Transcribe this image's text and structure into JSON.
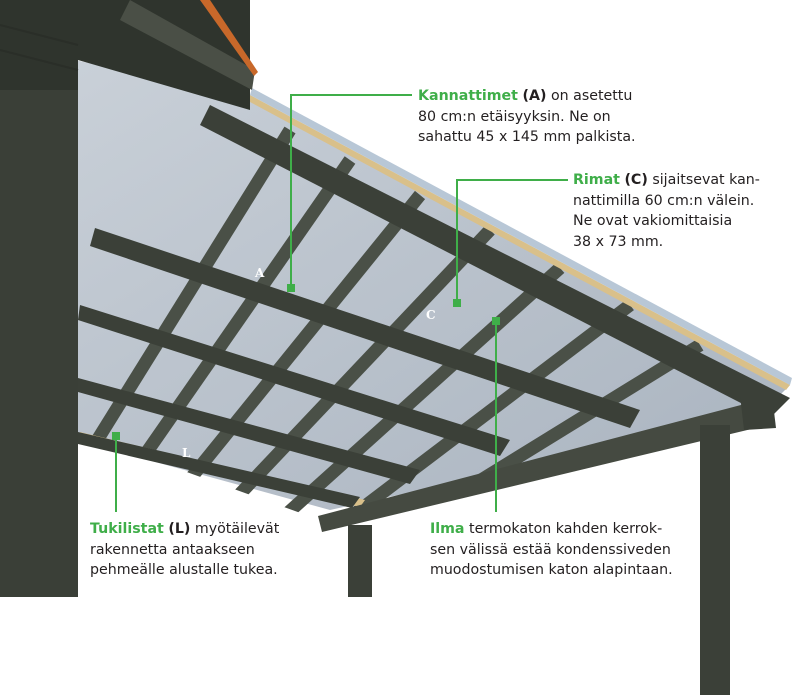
{
  "colors": {
    "accent_green": "#3fae49",
    "beam_dark": "#3b4038",
    "panel_blue": "#b9c2cc",
    "wood_batten": "#d9c08a",
    "roof_edge_orange": "#c8682a",
    "text": "#231f20"
  },
  "beam_labels": {
    "a": "A",
    "c": "C",
    "l": "L"
  },
  "callouts": {
    "kannattimet": {
      "term": "Kannattimet",
      "code": "(A)",
      "line1_rest": " on asetettu",
      "line2": "80 cm:n etäisyyksin. Ne on",
      "line3": "sahattu 45 x 145 mm palkista."
    },
    "rimat": {
      "term": "Rimat",
      "code": "(C)",
      "line1_rest": " sijaitsevat kan-",
      "line2": "nattimilla 60 cm:n välein.",
      "line3": "Ne ovat vakiomittaisia",
      "line4": "38 x 73 mm."
    },
    "tukilistat": {
      "term": "Tukilistat",
      "code": "(L)",
      "line1_rest": " myötäilevät",
      "line2": "rakennetta antaakseen",
      "line3": "pehmeälle alustalle tukea."
    },
    "ilma": {
      "term": "Ilma",
      "line1_rest": " termokaton kahden kerrok-",
      "line2": "sen välissä estää kondenssiveden",
      "line3": "muodostumisen katon alapintaan."
    }
  }
}
